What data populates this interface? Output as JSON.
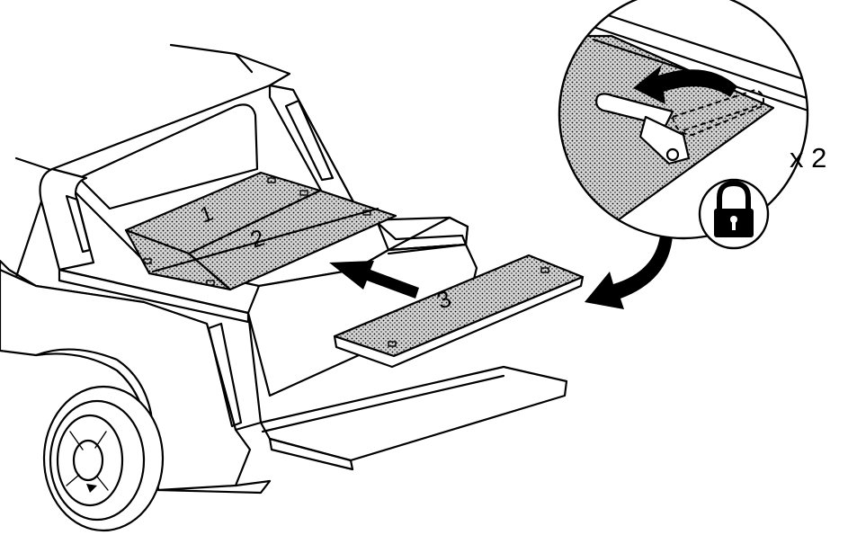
{
  "callout": {
    "multiplier": "x 2",
    "lock_icon": "padlock-icon",
    "rotate_arrow_icon": "curved-arrow-icon",
    "pointer_arrow_icon": "curved-arrow-icon"
  },
  "panels": {
    "labels": [
      "1",
      "2",
      "3"
    ]
  },
  "icons": {
    "slide_arrow": "straight-arrow-icon"
  },
  "colors": {
    "ink": "#000000",
    "paper": "#ffffff"
  }
}
